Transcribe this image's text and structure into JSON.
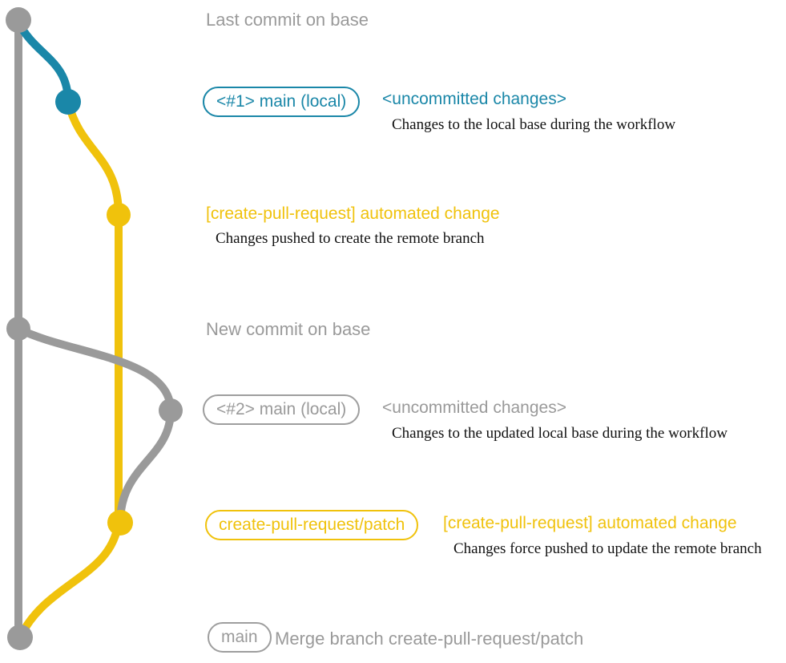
{
  "colors": {
    "gray": "#9a9a9a",
    "blue": "#1a87a8",
    "yellow": "#f0c20c",
    "description_text": "#111111",
    "background": "#ffffff"
  },
  "graph": {
    "type": "git-branch-diagram",
    "branches": [
      {
        "name": "base (main)",
        "color": "#9a9a9a"
      },
      {
        "name": "local uncommitted changes",
        "color": "#1a87a8"
      },
      {
        "name": "create-pull-request/patch",
        "color": "#f0c20c"
      }
    ],
    "commits": [
      {
        "id": "last-commit-on-base",
        "color": "#9a9a9a"
      },
      {
        "id": "main-local-1",
        "color": "#1a87a8"
      },
      {
        "id": "automated-change-1",
        "color": "#f0c20c"
      },
      {
        "id": "new-commit-on-base",
        "color": "#9a9a9a"
      },
      {
        "id": "main-local-2",
        "color": "#9a9a9a"
      },
      {
        "id": "automated-change-2",
        "color": "#f0c20c"
      },
      {
        "id": "merge-commit",
        "color": "#9a9a9a"
      }
    ]
  },
  "annotations": {
    "last_commit": "Last commit on base",
    "row1": {
      "badge": "<#1> main (local)",
      "status": "<uncommitted changes>",
      "description": "Changes to the local base during the workflow"
    },
    "row2": {
      "title": "[create-pull-request] automated change",
      "description": "Changes pushed to create the remote branch"
    },
    "new_commit": "New commit on base",
    "row4": {
      "badge": "<#2> main (local)",
      "status": "<uncommitted changes>",
      "description": "Changes to the updated local base during the workflow"
    },
    "row5": {
      "badge": "create-pull-request/patch",
      "title": "[create-pull-request] automated change",
      "description": "Changes force pushed to update the remote branch"
    },
    "row6": {
      "badge": "main",
      "message": "Merge branch create-pull-request/patch"
    }
  }
}
